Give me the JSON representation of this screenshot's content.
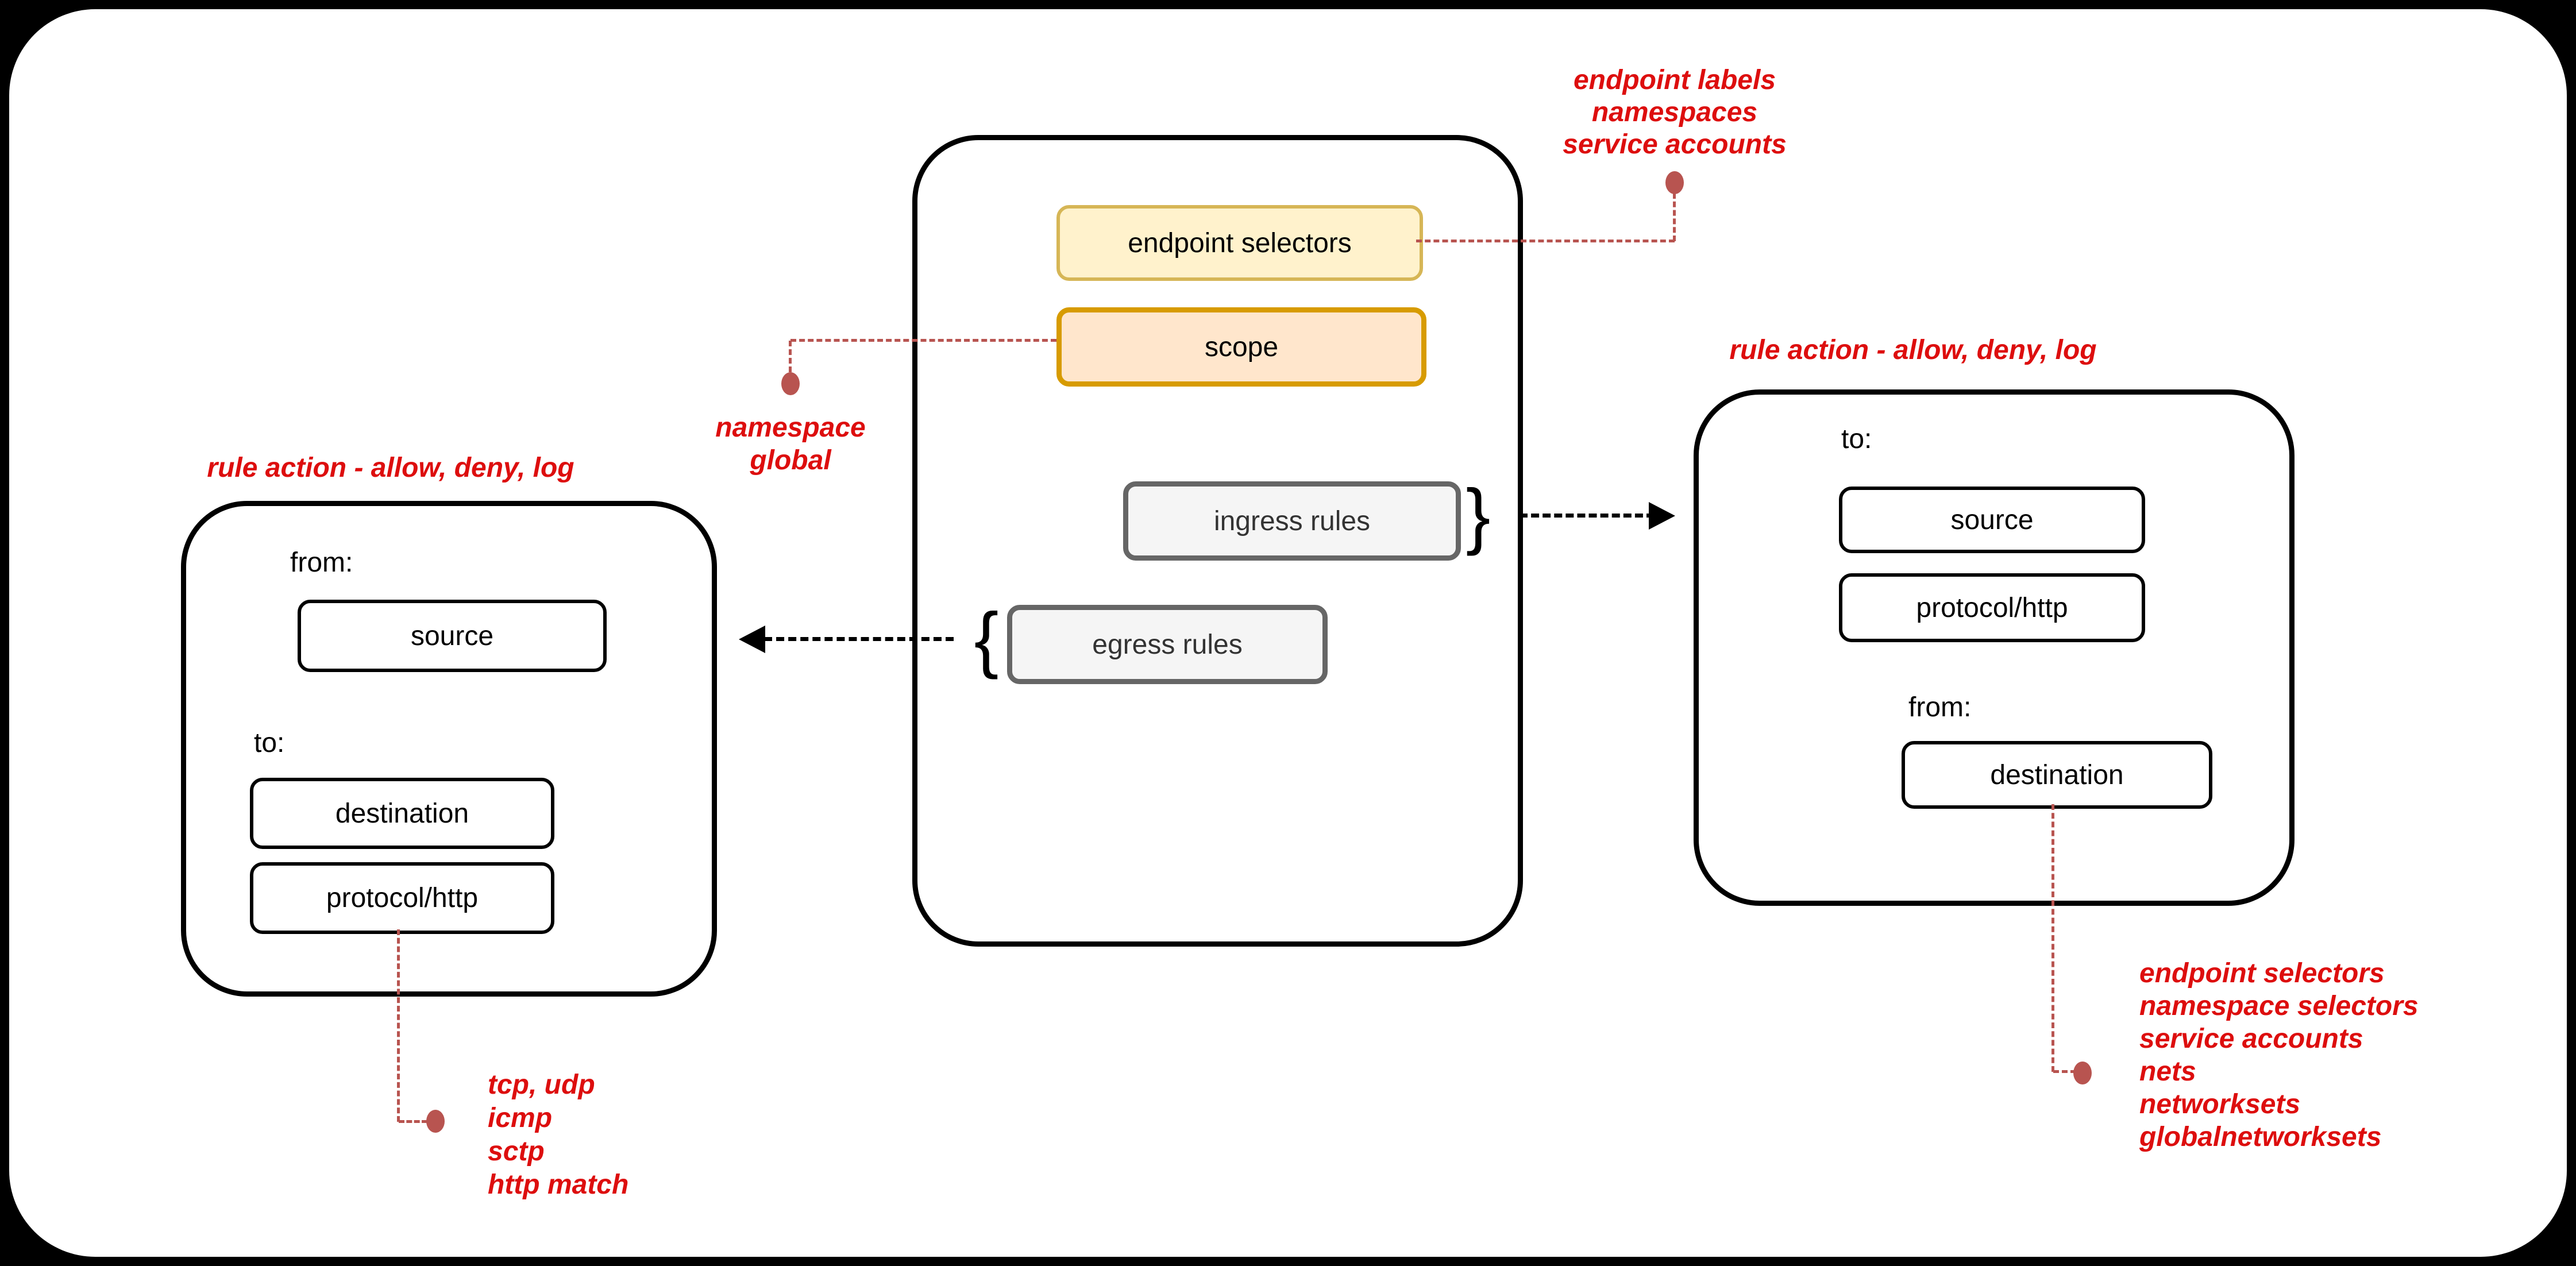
{
  "colors": {
    "background": "#000000",
    "panel": "#ffffff",
    "annotation_text": "#dd0e0e",
    "connector_red": "#b85450",
    "arrow_black": "#000000",
    "endpoint_selectors_fill": "#fff2cc",
    "endpoint_selectors_stroke": "#d6b656",
    "scope_fill": "#ffe6cc",
    "scope_stroke": "#d79b00",
    "rules_fill": "#f5f5f5",
    "rules_stroke": "#666666"
  },
  "policy_box": {
    "endpoint_selectors": "endpoint selectors",
    "scope": "scope",
    "ingress_rules": "ingress rules",
    "egress_rules": "egress rules",
    "ingress_brace": "}",
    "egress_brace": "{"
  },
  "egress_rule_box": {
    "title": "rule action - allow, deny, log",
    "from_label": "from:",
    "source": "source",
    "to_label": "to:",
    "destination": "destination",
    "protocol": "protocol/http"
  },
  "ingress_rule_box": {
    "title": "rule action - allow, deny, log",
    "to_label": "to:",
    "source": "source",
    "protocol": "protocol/http",
    "from_label": "from:",
    "destination": "destination"
  },
  "annotations": {
    "endpoint_selectors_note": {
      "lines": [
        "endpoint labels",
        "namespaces",
        "service accounts"
      ]
    },
    "scope_note": {
      "lines": [
        "namespace",
        "global"
      ]
    },
    "protocol_note": {
      "lines": [
        "tcp, udp",
        "icmp",
        "sctp",
        "http match"
      ]
    },
    "destination_note": {
      "lines": [
        "endpoint selectors",
        "namespace selectors",
        "service accounts",
        "nets",
        "networksets",
        "globalnetworksets"
      ]
    }
  }
}
